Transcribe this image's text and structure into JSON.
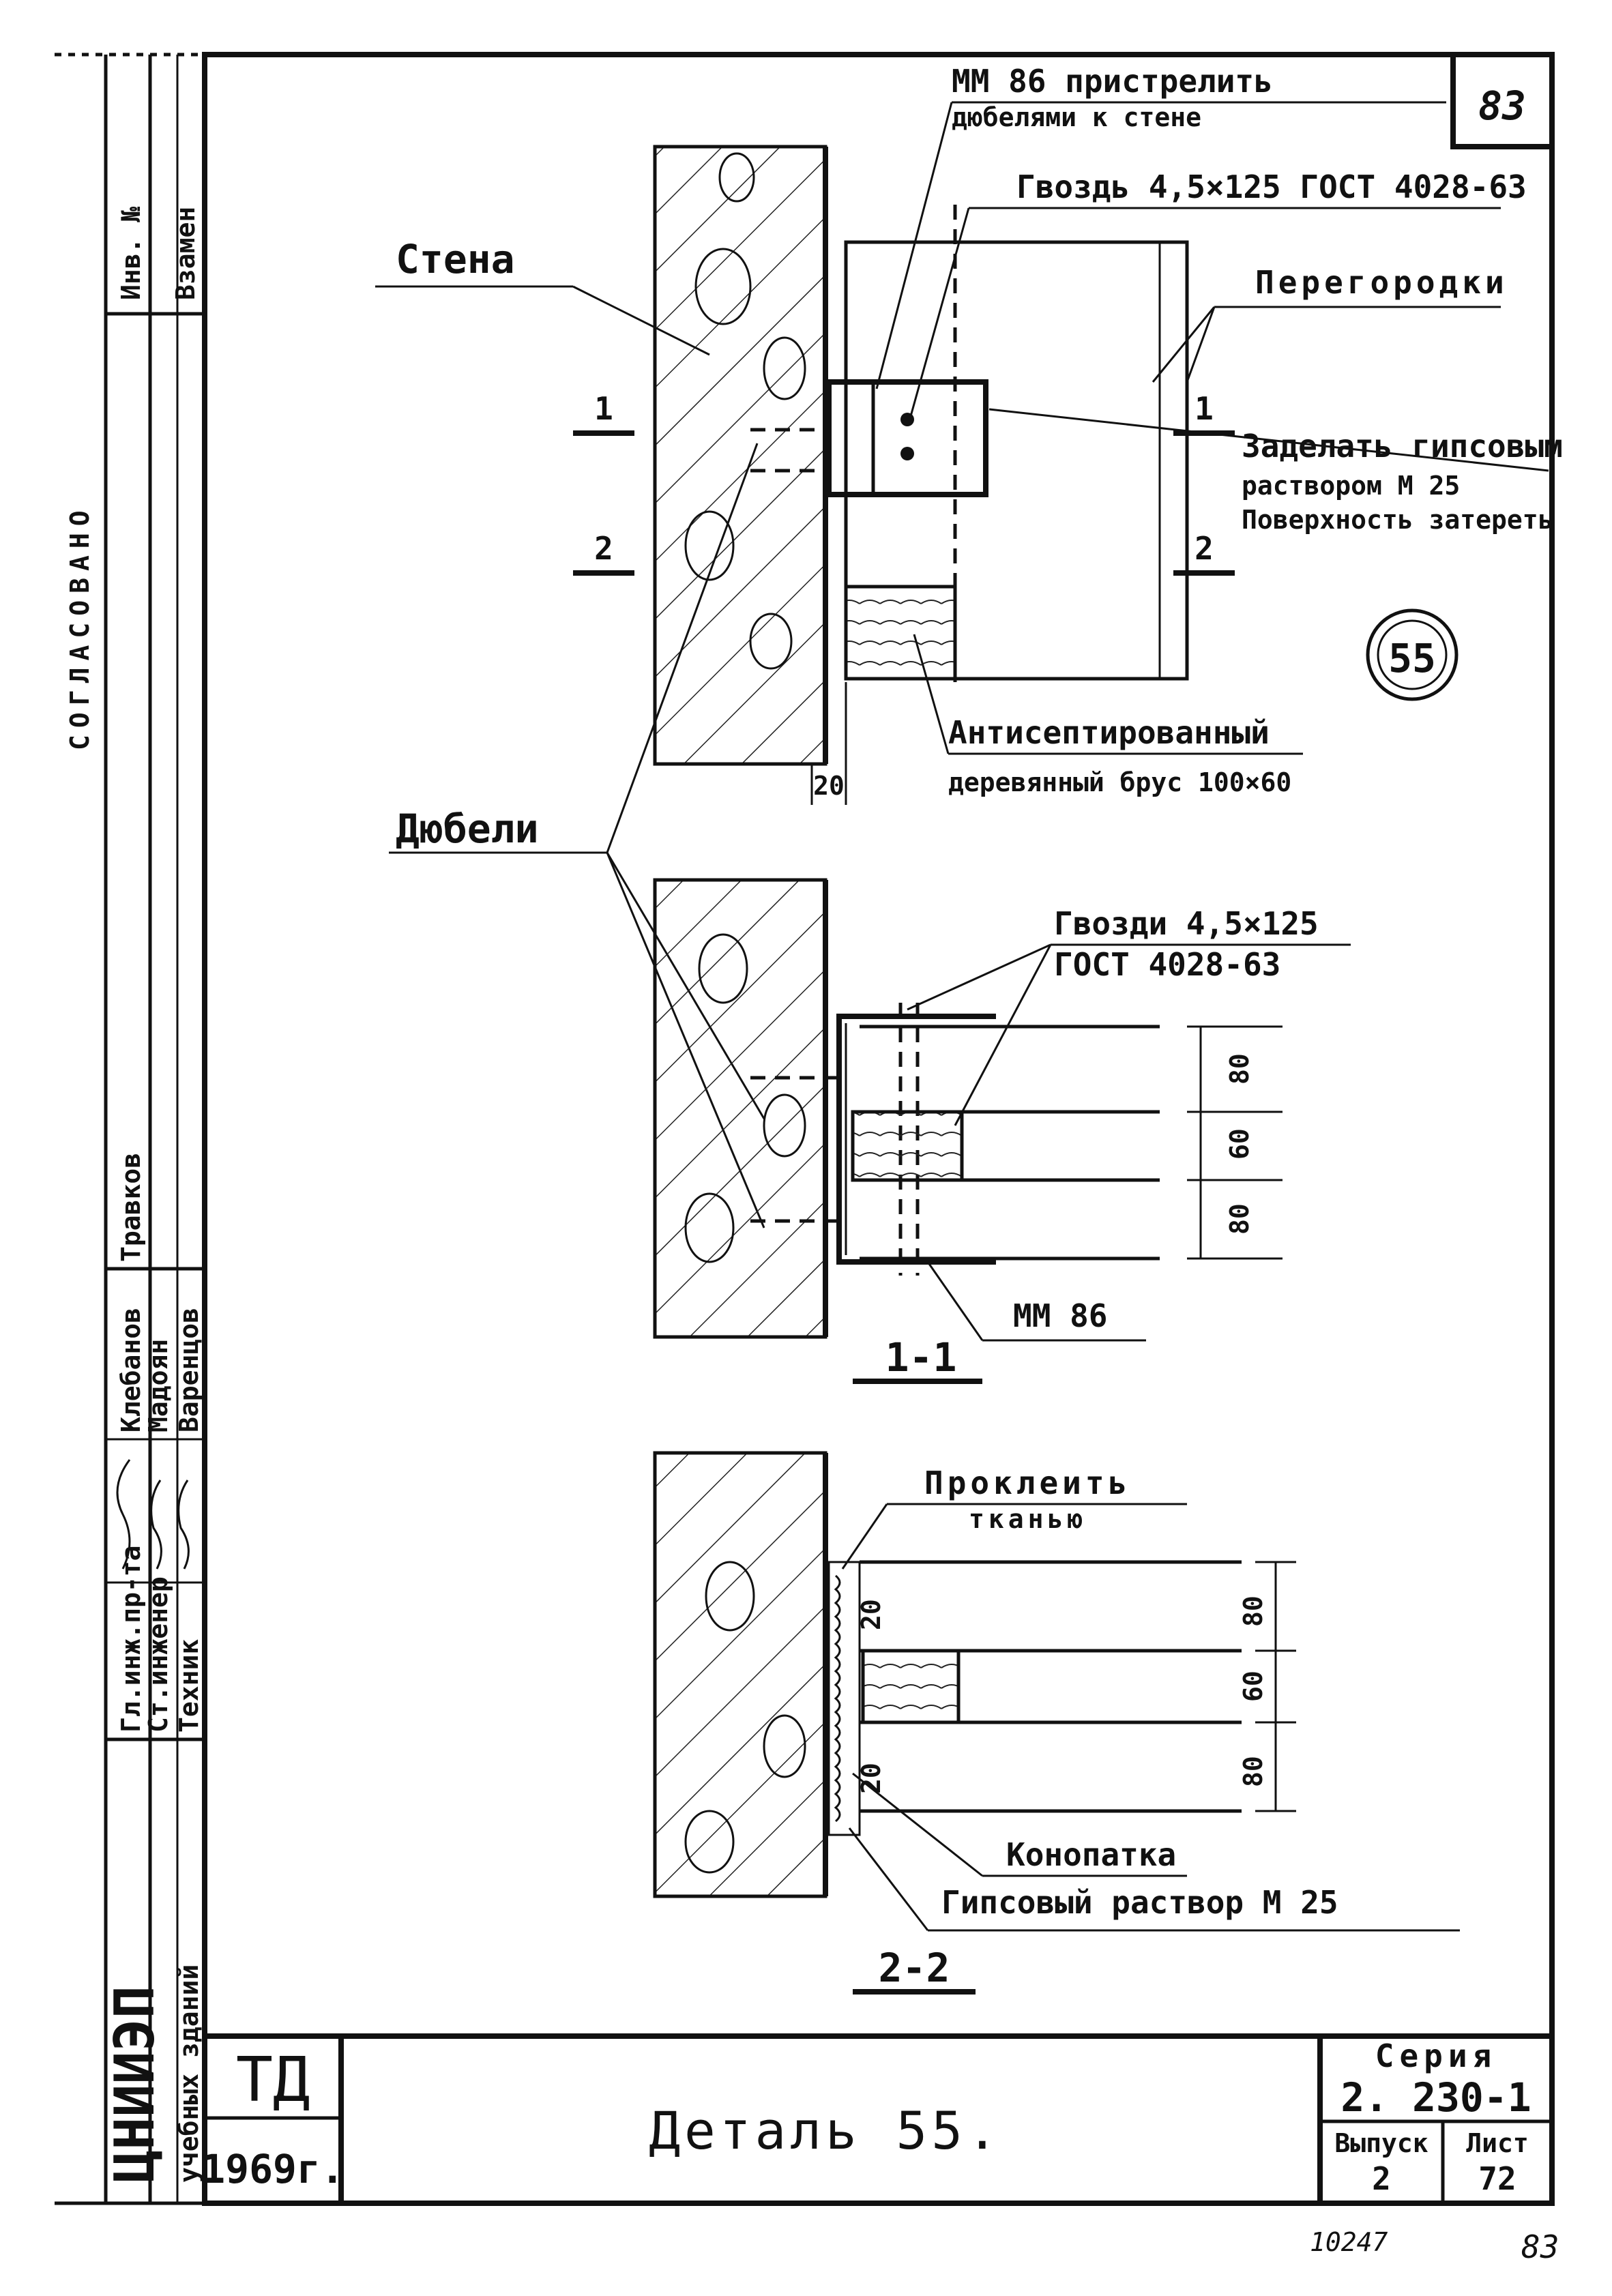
{
  "sheet_number_top": "83",
  "section_labels": {
    "cut_1": "1",
    "cut_2": "2",
    "section_1_1": "1-1",
    "section_2_2": "2-2"
  },
  "labels": {
    "wall": "Стена",
    "mm86_top_line1": "ММ 86 пристрелить",
    "mm86_top_line2": "дюбелями к стене",
    "nail_top": "Гвоздь 4,5×125 ГОСТ 4028-63",
    "partitions": "Перегородки",
    "gypsum_line1": "Заделать гипсовым",
    "gypsum_line2": "раствором М 25",
    "gypsum_line3": "Поверхность затереть",
    "beam_line1": "Антисептированный",
    "beam_line2": "деревянный брус 100×60",
    "dowels": "Дюбели",
    "nails_s1_line1": "Гвозди 4,5×125",
    "nails_s1_line2": "ГОСТ 4028-63",
    "mm86_s1": "ММ 86",
    "fabric_line1": "Проклеить",
    "fabric_line2": "тканью",
    "caulk": "Конопатка",
    "gypsum_mortar": "Гипсовый раствор М 25"
  },
  "detail_marker": "55",
  "dimensions": {
    "wall_gap": "20",
    "s1_top": "80",
    "s1_mid": "60",
    "s1_bot": "80",
    "s2_top": "80",
    "s2_mid": "60",
    "s2_bot": "80",
    "s2_gap_top": "20",
    "s2_gap_bot": "20"
  },
  "side_strip": {
    "inv_no": "Инв. №",
    "replaces": "Взамен",
    "approved": "СОГЛАСОВАНО",
    "org_line1": "ЦНИИЭП",
    "org_line2": "учебных зданий",
    "roles": [
      "Гл.инж.пр-та",
      "Ст.инженер",
      "Техник"
    ],
    "names": [
      "Клебанов",
      "Мадоян",
      "Варенцов"
    ],
    "extra_name": "Травков"
  },
  "title_block": {
    "td": "ТД",
    "year": "1969г.",
    "title": "Деталь 55.",
    "series_label": "Серия",
    "series_value": "2. 230-1",
    "issue_label": "Выпуск",
    "issue_value": "2",
    "sheet_label": "Лист",
    "sheet_value": "72"
  },
  "footer": {
    "inventory": "10247",
    "page": "83"
  }
}
